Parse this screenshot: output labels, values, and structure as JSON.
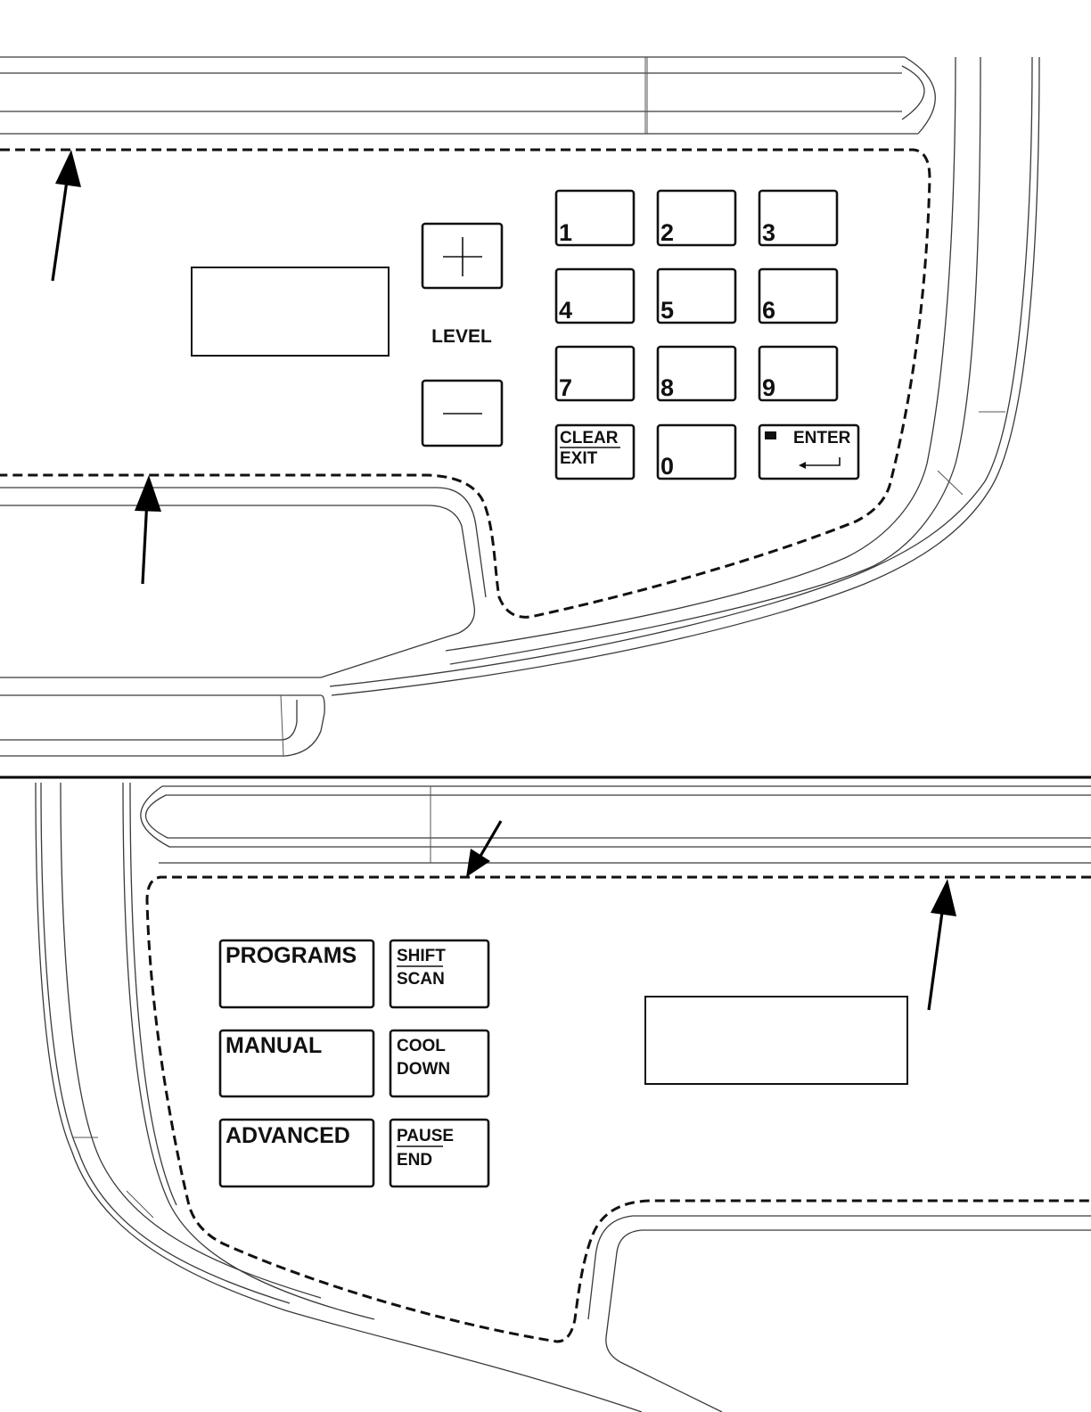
{
  "top_panel": {
    "level_label": "LEVEL",
    "plus_symbol": "+",
    "minus_symbol": "−",
    "keypad": [
      {
        "label": "1"
      },
      {
        "label": "2"
      },
      {
        "label": "3"
      },
      {
        "label": "4"
      },
      {
        "label": "5"
      },
      {
        "label": "6"
      },
      {
        "label": "7"
      },
      {
        "label": "8"
      },
      {
        "label": "9"
      },
      {
        "label": "0"
      }
    ],
    "clear_exit": {
      "top": "CLEAR",
      "bottom": "EXIT"
    },
    "enter": {
      "label": "ENTER",
      "icon": "enter-return-arrow-icon"
    }
  },
  "bottom_panel": {
    "programs_label": "PROGRAMS",
    "manual_label": "MANUAL",
    "advanced_label": "ADVANCED",
    "shift_scan": {
      "top": "SHIFT",
      "bottom": "SCAN"
    },
    "cool_down": {
      "top": "COOL",
      "bottom": "DOWN"
    },
    "pause_end": {
      "top": "PAUSE",
      "bottom": "END"
    }
  }
}
